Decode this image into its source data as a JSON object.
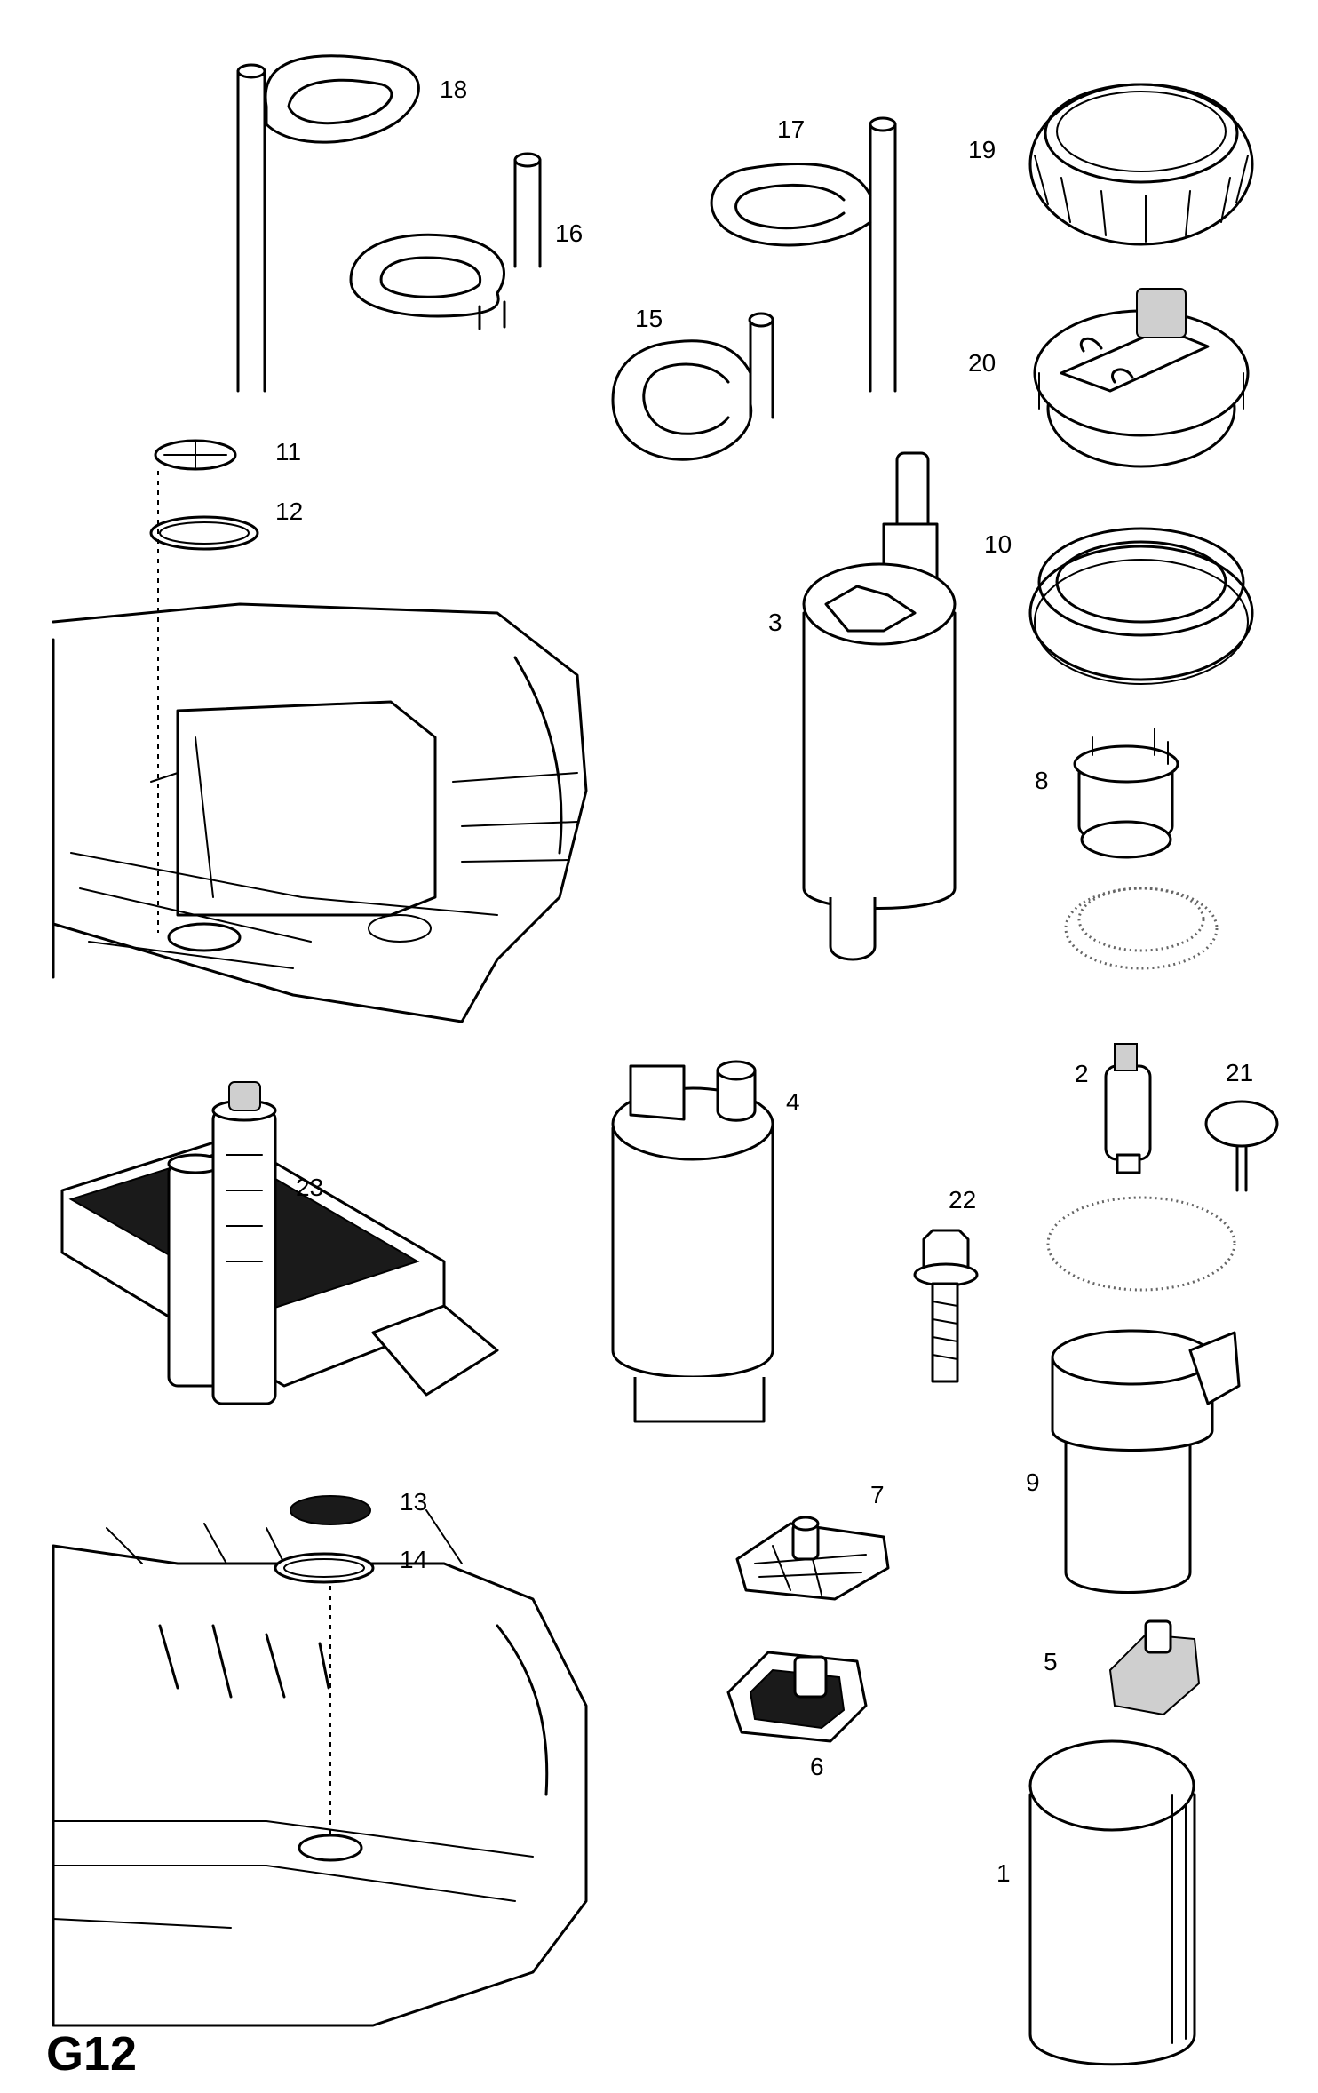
{
  "page": {
    "code": "G12"
  },
  "parts": [
    {
      "id": "p1",
      "label": "1",
      "name": "fuel-pump-housing"
    },
    {
      "id": "p2",
      "label": "2",
      "name": "small-fuel-pump"
    },
    {
      "id": "p3",
      "label": "3",
      "name": "fuel-pump"
    },
    {
      "id": "p4",
      "label": "4",
      "name": "fuel-pump-body"
    },
    {
      "id": "p5",
      "label": "5",
      "name": "strainer-filter"
    },
    {
      "id": "p6",
      "label": "6",
      "name": "filter-plate"
    },
    {
      "id": "p7",
      "label": "7",
      "name": "filter-screen"
    },
    {
      "id": "p8",
      "label": "8",
      "name": "pump-adapter"
    },
    {
      "id": "p9",
      "label": "9",
      "name": "pump-reservoir"
    },
    {
      "id": "p10",
      "label": "10",
      "name": "seal-ring"
    },
    {
      "id": "p11",
      "label": "11",
      "name": "cover-plate-upper"
    },
    {
      "id": "p12",
      "label": "12",
      "name": "gasket-upper"
    },
    {
      "id": "p13",
      "label": "13",
      "name": "cover-plate-lower"
    },
    {
      "id": "p14",
      "label": "14",
      "name": "gasket-lower"
    },
    {
      "id": "p15",
      "label": "15",
      "name": "hose-loop-small"
    },
    {
      "id": "p16",
      "label": "16",
      "name": "hose-loop"
    },
    {
      "id": "p17",
      "label": "17",
      "name": "hose-loop-right"
    },
    {
      "id": "p18",
      "label": "18",
      "name": "hose-loop-tall"
    },
    {
      "id": "p19",
      "label": "19",
      "name": "lock-ring"
    },
    {
      "id": "p20",
      "label": "20",
      "name": "sender-flange"
    },
    {
      "id": "p21",
      "label": "21",
      "name": "push-pin"
    },
    {
      "id": "p22",
      "label": "22",
      "name": "bolt"
    },
    {
      "id": "p23",
      "label": "23",
      "name": "sealant-kit"
    }
  ]
}
